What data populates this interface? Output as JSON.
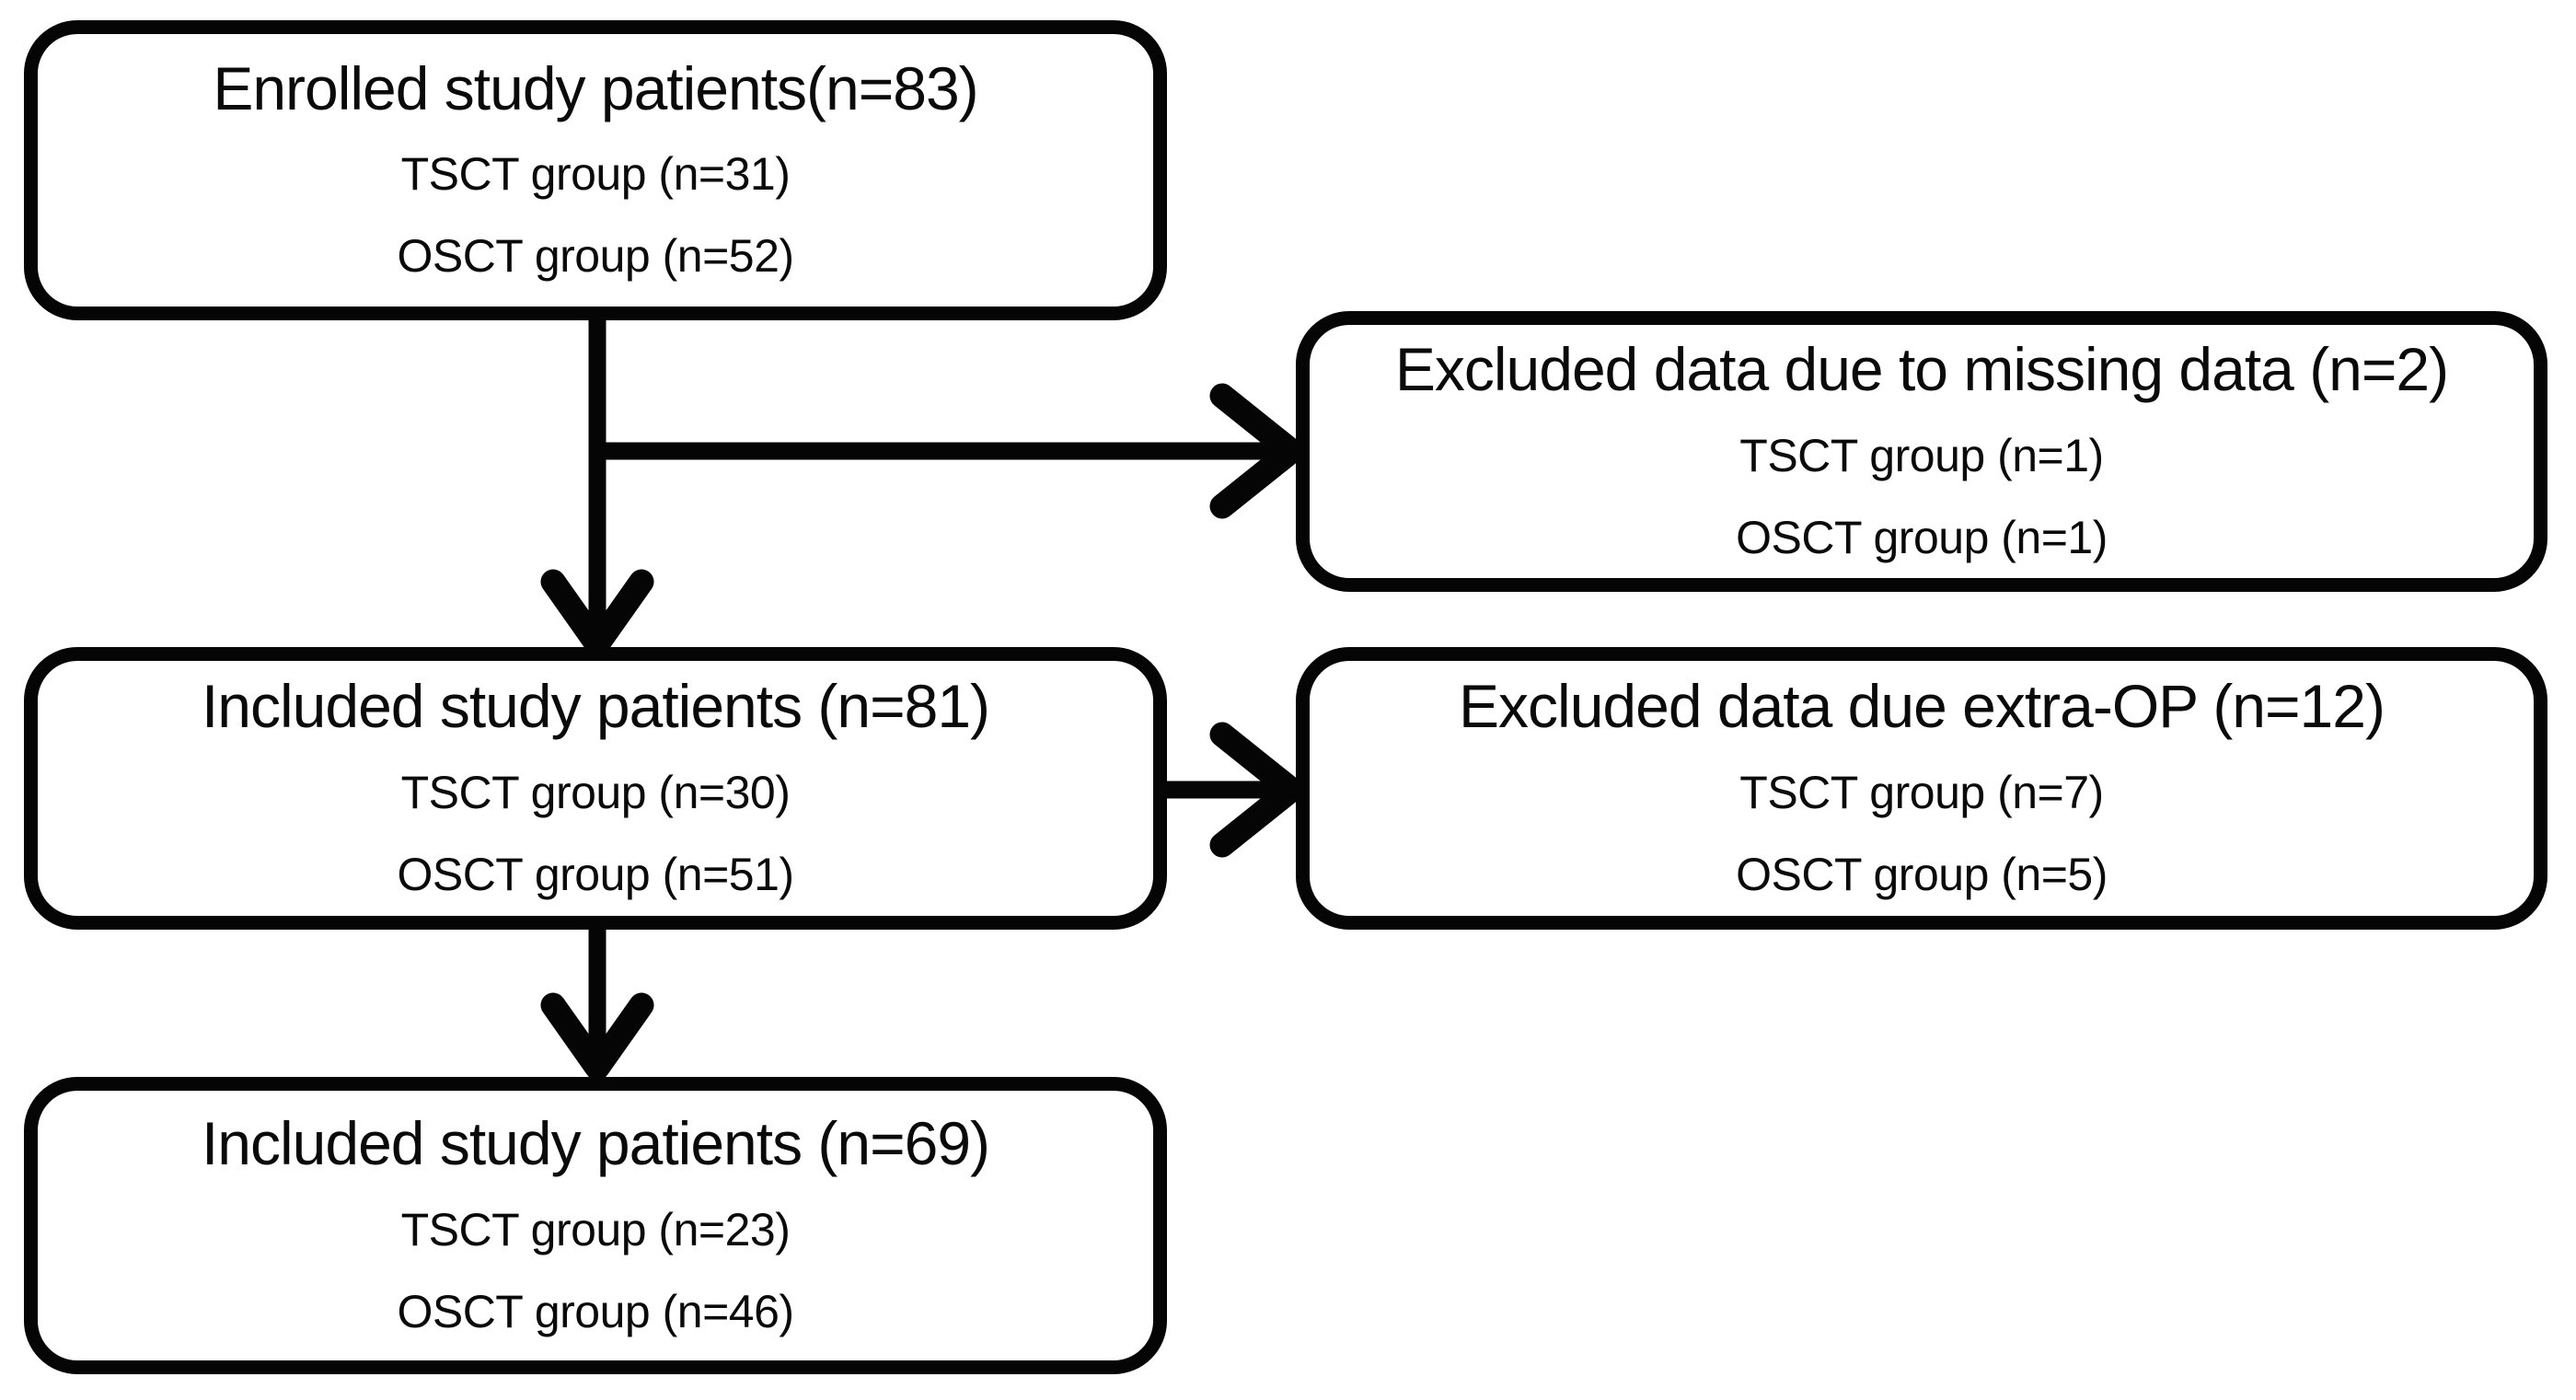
{
  "diagram": {
    "type": "study-flowchart",
    "background_color": "#ffffff",
    "line_color": "#050505",
    "text_color": "#0a0a0a",
    "boxes": [
      {
        "id": "enrolled",
        "title": "Enrolled study patients(n=83)",
        "lines": [
          "TSCT group (n=31)",
          "OSCT group (n=52)"
        ]
      },
      {
        "id": "excluded-missing-data",
        "title": "Excluded data due to missing data (n=2)",
        "lines": [
          "TSCT group (n=1)",
          "OSCT group (n=1)"
        ]
      },
      {
        "id": "included-81",
        "title": "Included study patients (n=81)",
        "lines": [
          "TSCT group (n=30)",
          "OSCT group (n=51)"
        ]
      },
      {
        "id": "excluded-extra-op",
        "title": "Excluded data due extra-OP (n=12)",
        "lines": [
          "TSCT group (n=7)",
          "OSCT group (n=5)"
        ]
      },
      {
        "id": "included-69",
        "title": "Included study patients (n=69)",
        "lines": [
          "TSCT group (n=23)",
          "OSCT group (n=46)"
        ]
      }
    ],
    "arrows": [
      {
        "id": "enrolled-to-included81",
        "from": "enrolled",
        "to": "included-81",
        "direction": "down"
      },
      {
        "id": "branch-to-excluded-missing",
        "from": "enrolled",
        "to": "excluded-missing-data",
        "direction": "right"
      },
      {
        "id": "included81-to-excluded-extraop",
        "from": "included-81",
        "to": "excluded-extra-op",
        "direction": "right"
      },
      {
        "id": "included81-to-included69",
        "from": "included-81",
        "to": "included-69",
        "direction": "down"
      }
    ]
  }
}
